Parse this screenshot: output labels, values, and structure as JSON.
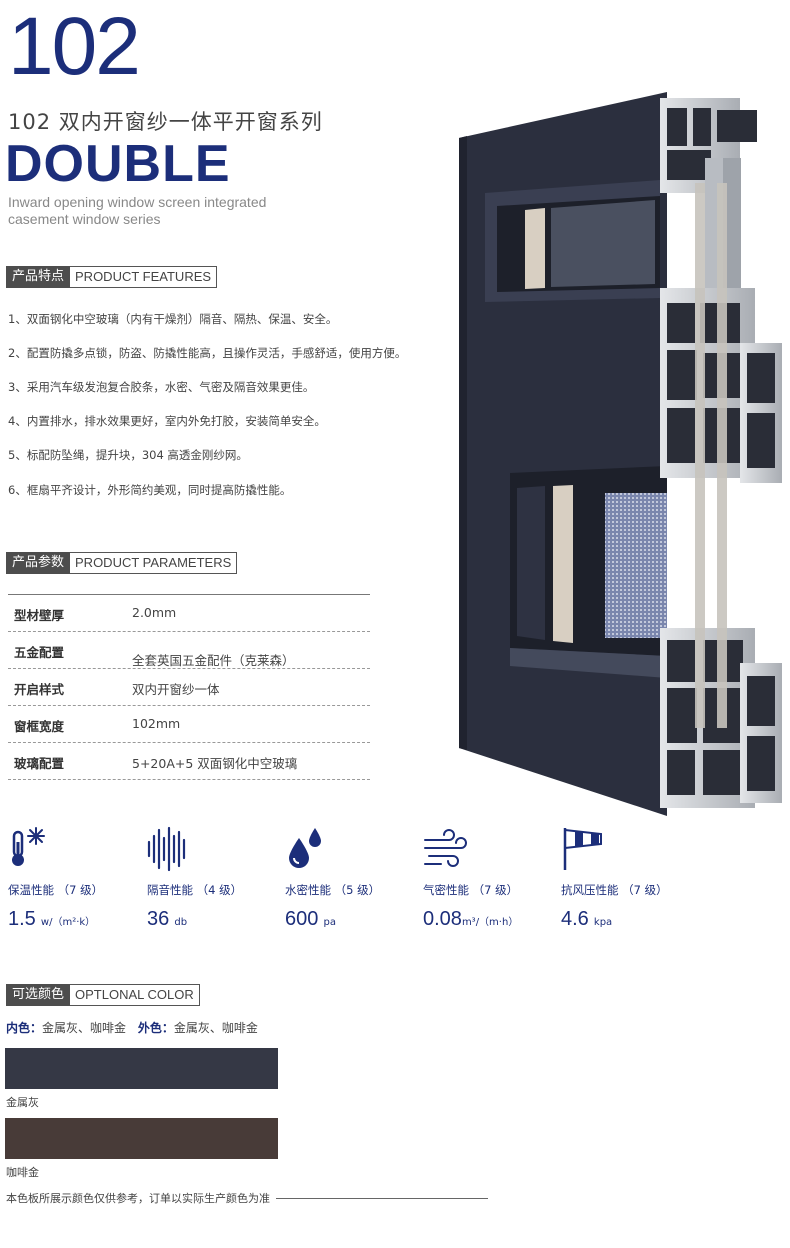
{
  "header": {
    "model_number": "102",
    "cn_title": "102 双内开窗纱一体平开窗系列",
    "series_name": "DOUBLE",
    "en_subtitle_line1": "Inward opening window screen integrated",
    "en_subtitle_line2": "casement window series"
  },
  "features": {
    "heading_cn": "产品特点",
    "heading_en": "PRODUCT FEATURES",
    "items": [
      "1、双面钢化中空玻璃（内有干燥剂）隔音、隔热、保温、安全。",
      "2、配置防撬多点锁，防盗、防撬性能高，且操作灵活，手感舒适，使用方便。",
      "3、采用汽车级发泡复合胶条，水密、气密及隔音效果更佳。",
      "4、内置排水，排水效果更好，室内外免打胶，安装简单安全。",
      "5、标配防坠绳，提升块，304 高透金刚纱网。",
      "6、框扇平齐设计，外形简约美观，同时提高防撬性能。"
    ]
  },
  "parameters": {
    "heading_cn": "产品参数",
    "heading_en": "PRODUCT PARAMETERS",
    "rows": [
      {
        "label": "型材壁厚",
        "value": "2.0mm"
      },
      {
        "label": "五金配置",
        "value": "全套英国五金配件（克莱森）"
      },
      {
        "label": "开启样式",
        "value": "双内开窗纱一体"
      },
      {
        "label": "窗框宽度",
        "value": "102mm"
      },
      {
        "label": "玻璃配置",
        "value": "5+20A+5 双面钢化中空玻璃"
      }
    ]
  },
  "performance": [
    {
      "icon": "thermometer-snow-icon",
      "label": "保温性能 （7 级）",
      "value": "1.5",
      "unit": "w/（m²·k）"
    },
    {
      "icon": "sound-wave-icon",
      "label": "隔音性能 （4 级）",
      "value": "36",
      "unit": "db"
    },
    {
      "icon": "water-drops-icon",
      "label": "水密性能 （5 级）",
      "value": "600",
      "unit": "pa"
    },
    {
      "icon": "air-flow-icon",
      "label": "气密性能 （7 级）",
      "value": "0.08",
      "unit": "m³/（m·h）"
    },
    {
      "icon": "windsock-icon",
      "label": "抗风压性能 （7 级）",
      "value": "4.6",
      "unit": "kpa"
    }
  ],
  "colors": {
    "heading_cn": "可选颜色",
    "heading_en": "OPTLONAL COLOR",
    "inner_label": "内色：",
    "inner_value": "金属灰、咖啡金",
    "outer_label": "外色：",
    "outer_value": "金属灰、咖啡金",
    "swatches": [
      {
        "name": "金属灰",
        "hex": "#353845"
      },
      {
        "name": "咖啡金",
        "hex": "#483b38"
      }
    ],
    "note": "本色板所展示颜色仅供参考，订单以实际生产颜色为准"
  },
  "theme": {
    "accent": "#1c2e7a",
    "panel": "#2b2f3e",
    "aluminium": "#c9ccd0"
  }
}
